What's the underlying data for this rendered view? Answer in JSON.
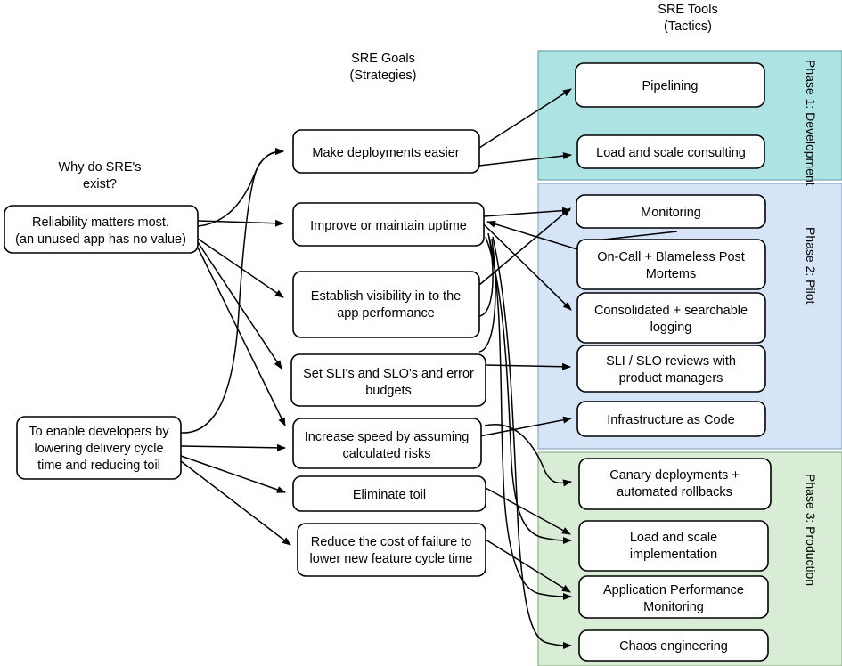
{
  "headers": {
    "goals": {
      "line1": "SRE Goals",
      "line2": "(Strategies)"
    },
    "tools": {
      "line1": "SRE Tools",
      "line2": "(Tactics)"
    },
    "why": {
      "line1": "Why do SRE's",
      "line2": "exist?"
    }
  },
  "drivers": [
    {
      "id": "driver-reliability",
      "lines": [
        "Reliability matters most.",
        "(an unused app has no value)"
      ]
    },
    {
      "id": "driver-developers",
      "lines": [
        "To enable developers by",
        "lowering delivery cycle",
        "time and reducing toil"
      ]
    }
  ],
  "goals": [
    {
      "id": "goal-deployments",
      "lines": [
        "Make deployments easier"
      ]
    },
    {
      "id": "goal-uptime",
      "lines": [
        "Improve or maintain uptime"
      ]
    },
    {
      "id": "goal-visibility",
      "lines": [
        "Establish visibility in to the",
        "app performance"
      ]
    },
    {
      "id": "goal-sli-slo",
      "lines": [
        "Set SLI's and SLO's and error",
        "budgets"
      ]
    },
    {
      "id": "goal-speed",
      "lines": [
        "Increase speed by assuming",
        "calculated risks"
      ]
    },
    {
      "id": "goal-toil",
      "lines": [
        "Eliminate toil"
      ]
    },
    {
      "id": "goal-cost-failure",
      "lines": [
        "Reduce the cost of failure to",
        "lower new feature cycle time"
      ]
    }
  ],
  "phases": [
    {
      "id": "phase-1",
      "label": "Phase 1: Development",
      "color": "#aee3e4",
      "border": "#6aa7ad",
      "tools": [
        {
          "id": "tool-pipelining",
          "lines": [
            "Pipelining"
          ]
        },
        {
          "id": "tool-load-scale-consulting",
          "lines": [
            "Load and scale consulting"
          ]
        }
      ]
    },
    {
      "id": "phase-2",
      "label": "Phase 2: Pilot",
      "color": "#d6e4f7",
      "border": "#8fa9cc",
      "tools": [
        {
          "id": "tool-monitoring",
          "lines": [
            "Monitoring"
          ]
        },
        {
          "id": "tool-oncall-postmortems",
          "lines": [
            "On-Call + Blameless Post",
            "Mortems"
          ]
        },
        {
          "id": "tool-logging",
          "lines": [
            "Consolidated + searchable",
            "logging"
          ]
        },
        {
          "id": "tool-sli-slo-reviews",
          "lines": [
            "SLI / SLO reviews with",
            "product managers"
          ]
        },
        {
          "id": "tool-iac",
          "lines": [
            "Infrastructure as Code"
          ]
        }
      ]
    },
    {
      "id": "phase-3",
      "label": "Phase 3: Production",
      "color": "#d9ecd5",
      "border": "#8fb089",
      "tools": [
        {
          "id": "tool-canary",
          "lines": [
            "Canary deployments +",
            "automated rollbacks"
          ]
        },
        {
          "id": "tool-load-scale-impl",
          "lines": [
            "Load and scale",
            "implementation"
          ]
        },
        {
          "id": "tool-apm",
          "lines": [
            "Application Performance",
            "Monitoring"
          ]
        },
        {
          "id": "tool-chaos",
          "lines": [
            "Chaos engineering"
          ]
        }
      ]
    }
  ]
}
